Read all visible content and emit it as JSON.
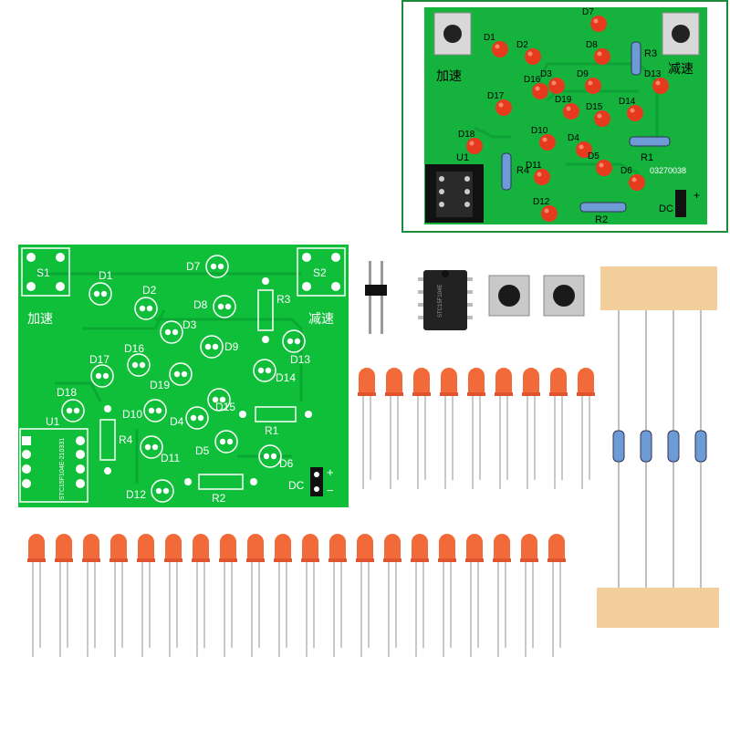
{
  "colors": {
    "pcb_bare": "#0fbf3a",
    "pcb_assembled": "#16b23e",
    "led_red": "#e63a1e",
    "led_orange": "#f26a3a",
    "inset_border": "#1b8a3a",
    "tape": "#f2ce9a"
  },
  "bare_board": {
    "switch_left": "S1",
    "switch_right": "S2",
    "label_left": "加速",
    "label_right": "减速",
    "chip_label": "U1",
    "chip_code": "STC15F104E-210331",
    "dc_label": "DC",
    "plus_sign": "+",
    "minus_sign": "−",
    "resistors": [
      "R1",
      "R2",
      "R3",
      "R4"
    ],
    "leds": [
      "D1",
      "D2",
      "D3",
      "D4",
      "D5",
      "D6",
      "D7",
      "D8",
      "D9",
      "D10",
      "D11",
      "D12",
      "D13",
      "D14",
      "D15",
      "D16",
      "D17",
      "D18",
      "D19"
    ]
  },
  "assembled_board": {
    "label_left": "加速",
    "label_right": "减速",
    "serial": "03270038",
    "chip_label": "U1",
    "dc_label": "DC",
    "plus_sign": "+",
    "resistors": [
      "R1",
      "R2",
      "R3",
      "R4"
    ],
    "leds": [
      "D1",
      "D2",
      "D3",
      "D4",
      "D5",
      "D6",
      "D7",
      "D8",
      "D9",
      "D10",
      "D11",
      "D12",
      "D13",
      "D14",
      "D15",
      "D16",
      "D17",
      "D18",
      "D19"
    ]
  },
  "components": {
    "ic_marking": "STC15F104E",
    "header_pins": 2,
    "tact_switches": 2,
    "resistor_count": 4,
    "led_count_row_top": 9,
    "led_count_row_bottom": 20
  }
}
